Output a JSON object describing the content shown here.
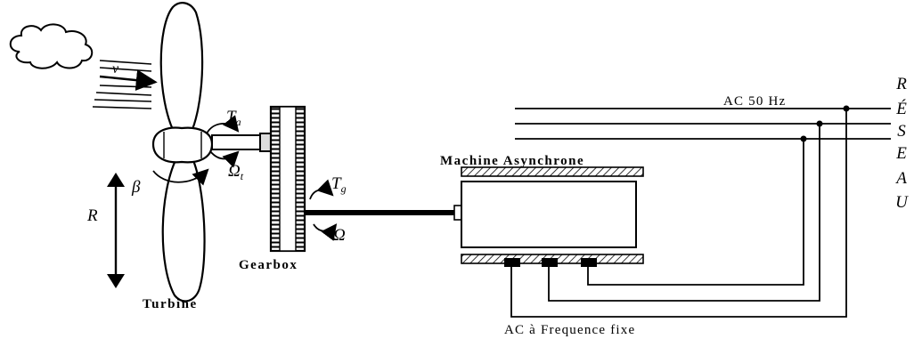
{
  "labels": {
    "wind_speed": "v",
    "aero_torque": "T",
    "aero_torque_sub": "a",
    "turbine_speed": "Ω",
    "turbine_speed_sub": "t",
    "pitch_angle": "β",
    "radius": "R",
    "gen_torque": "T",
    "gen_torque_sub": "g",
    "gen_speed": "Ω",
    "turbine": "Turbine",
    "gearbox": "Gearbox",
    "machine": "Machine Asynchrone",
    "grid_freq": "AC 50 Hz",
    "fixed_freq": "AC à Frequence fixe"
  },
  "reseau_letters": [
    "R",
    "É",
    "S",
    "E",
    "A",
    "U"
  ]
}
